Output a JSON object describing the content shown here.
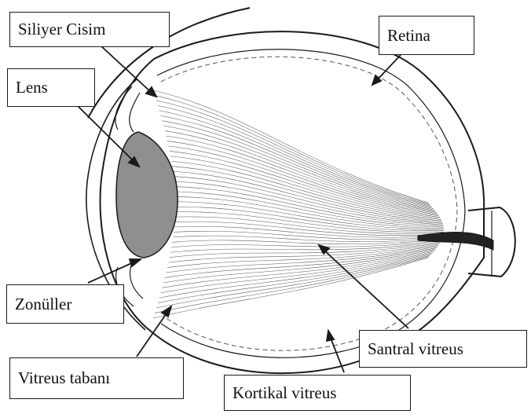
{
  "labels": {
    "siliyer_cisim": "Siliyer Cisim",
    "retina": "Retina",
    "lens": "Lens",
    "zonuller": "Zonüller",
    "vitreus_tabani": "Vitreus tabanı",
    "kortikal_vitreus": "Kortikal vitreus",
    "santral_vitreus": "Santral vitreus"
  },
  "colors": {
    "line": "#1a1a1a",
    "fiber": "#5a5a5a",
    "lens_fill": "#8f8f8f",
    "background": "#ffffff"
  }
}
